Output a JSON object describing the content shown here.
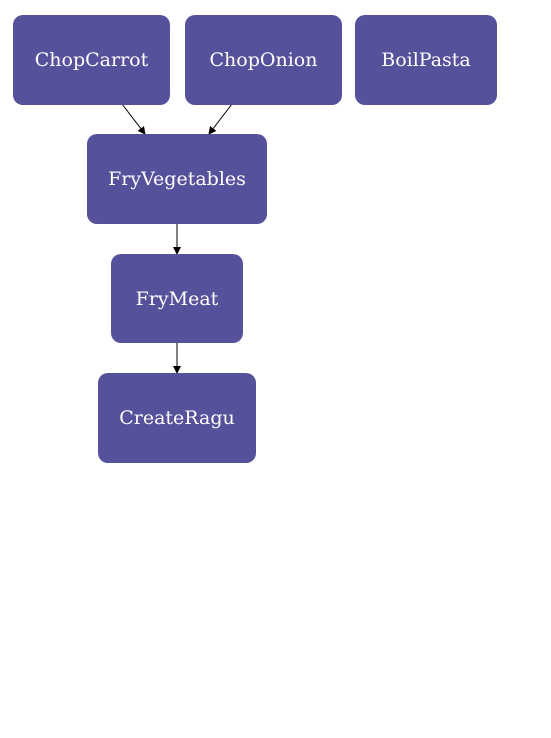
{
  "diagram": {
    "node_color": "#55519a",
    "text_color": "#ffffff",
    "nodes": [
      {
        "id": "chopcarrot",
        "label": "ChopCarrot"
      },
      {
        "id": "choponion",
        "label": "ChopOnion"
      },
      {
        "id": "boilpasta",
        "label": "BoilPasta"
      },
      {
        "id": "fryveg",
        "label": "FryVegetables"
      },
      {
        "id": "frymeat",
        "label": "FryMeat"
      },
      {
        "id": "createragu",
        "label": "CreateRagu"
      }
    ],
    "edges": [
      {
        "from": "ChopCarrot",
        "to": "FryVegetables"
      },
      {
        "from": "ChopOnion",
        "to": "FryVegetables"
      },
      {
        "from": "FryVegetables",
        "to": "FryMeat"
      },
      {
        "from": "FryMeat",
        "to": "CreateRagu"
      }
    ]
  }
}
